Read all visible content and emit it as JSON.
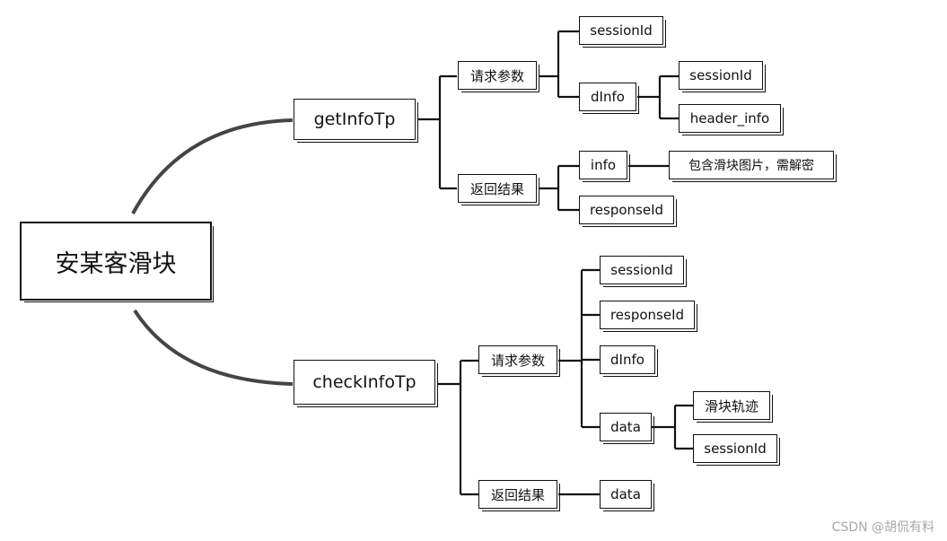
{
  "root": {
    "label": "安某客滑块"
  },
  "getInfoTp": {
    "label": "getInfoTp",
    "request": {
      "label": "请求参数",
      "sessionId": "sessionId",
      "dInfo": {
        "label": "dInfo",
        "sessionId": "sessionId",
        "header_info": "header_info"
      }
    },
    "response": {
      "label": "返回结果",
      "info": {
        "label": "info",
        "note": "包含滑块图片，需解密"
      },
      "responseId": "responseId"
    }
  },
  "checkInfoTp": {
    "label": "checkInfoTp",
    "request": {
      "label": "请求参数",
      "sessionId": "sessionId",
      "responseId": "responseId",
      "dInfo": "dInfo",
      "data": {
        "label": "data",
        "track": "滑块轨迹",
        "sessionId": "sessionId"
      }
    },
    "response": {
      "label": "返回结果",
      "data": "data"
    }
  },
  "watermark": "CSDN @胡侃有料"
}
